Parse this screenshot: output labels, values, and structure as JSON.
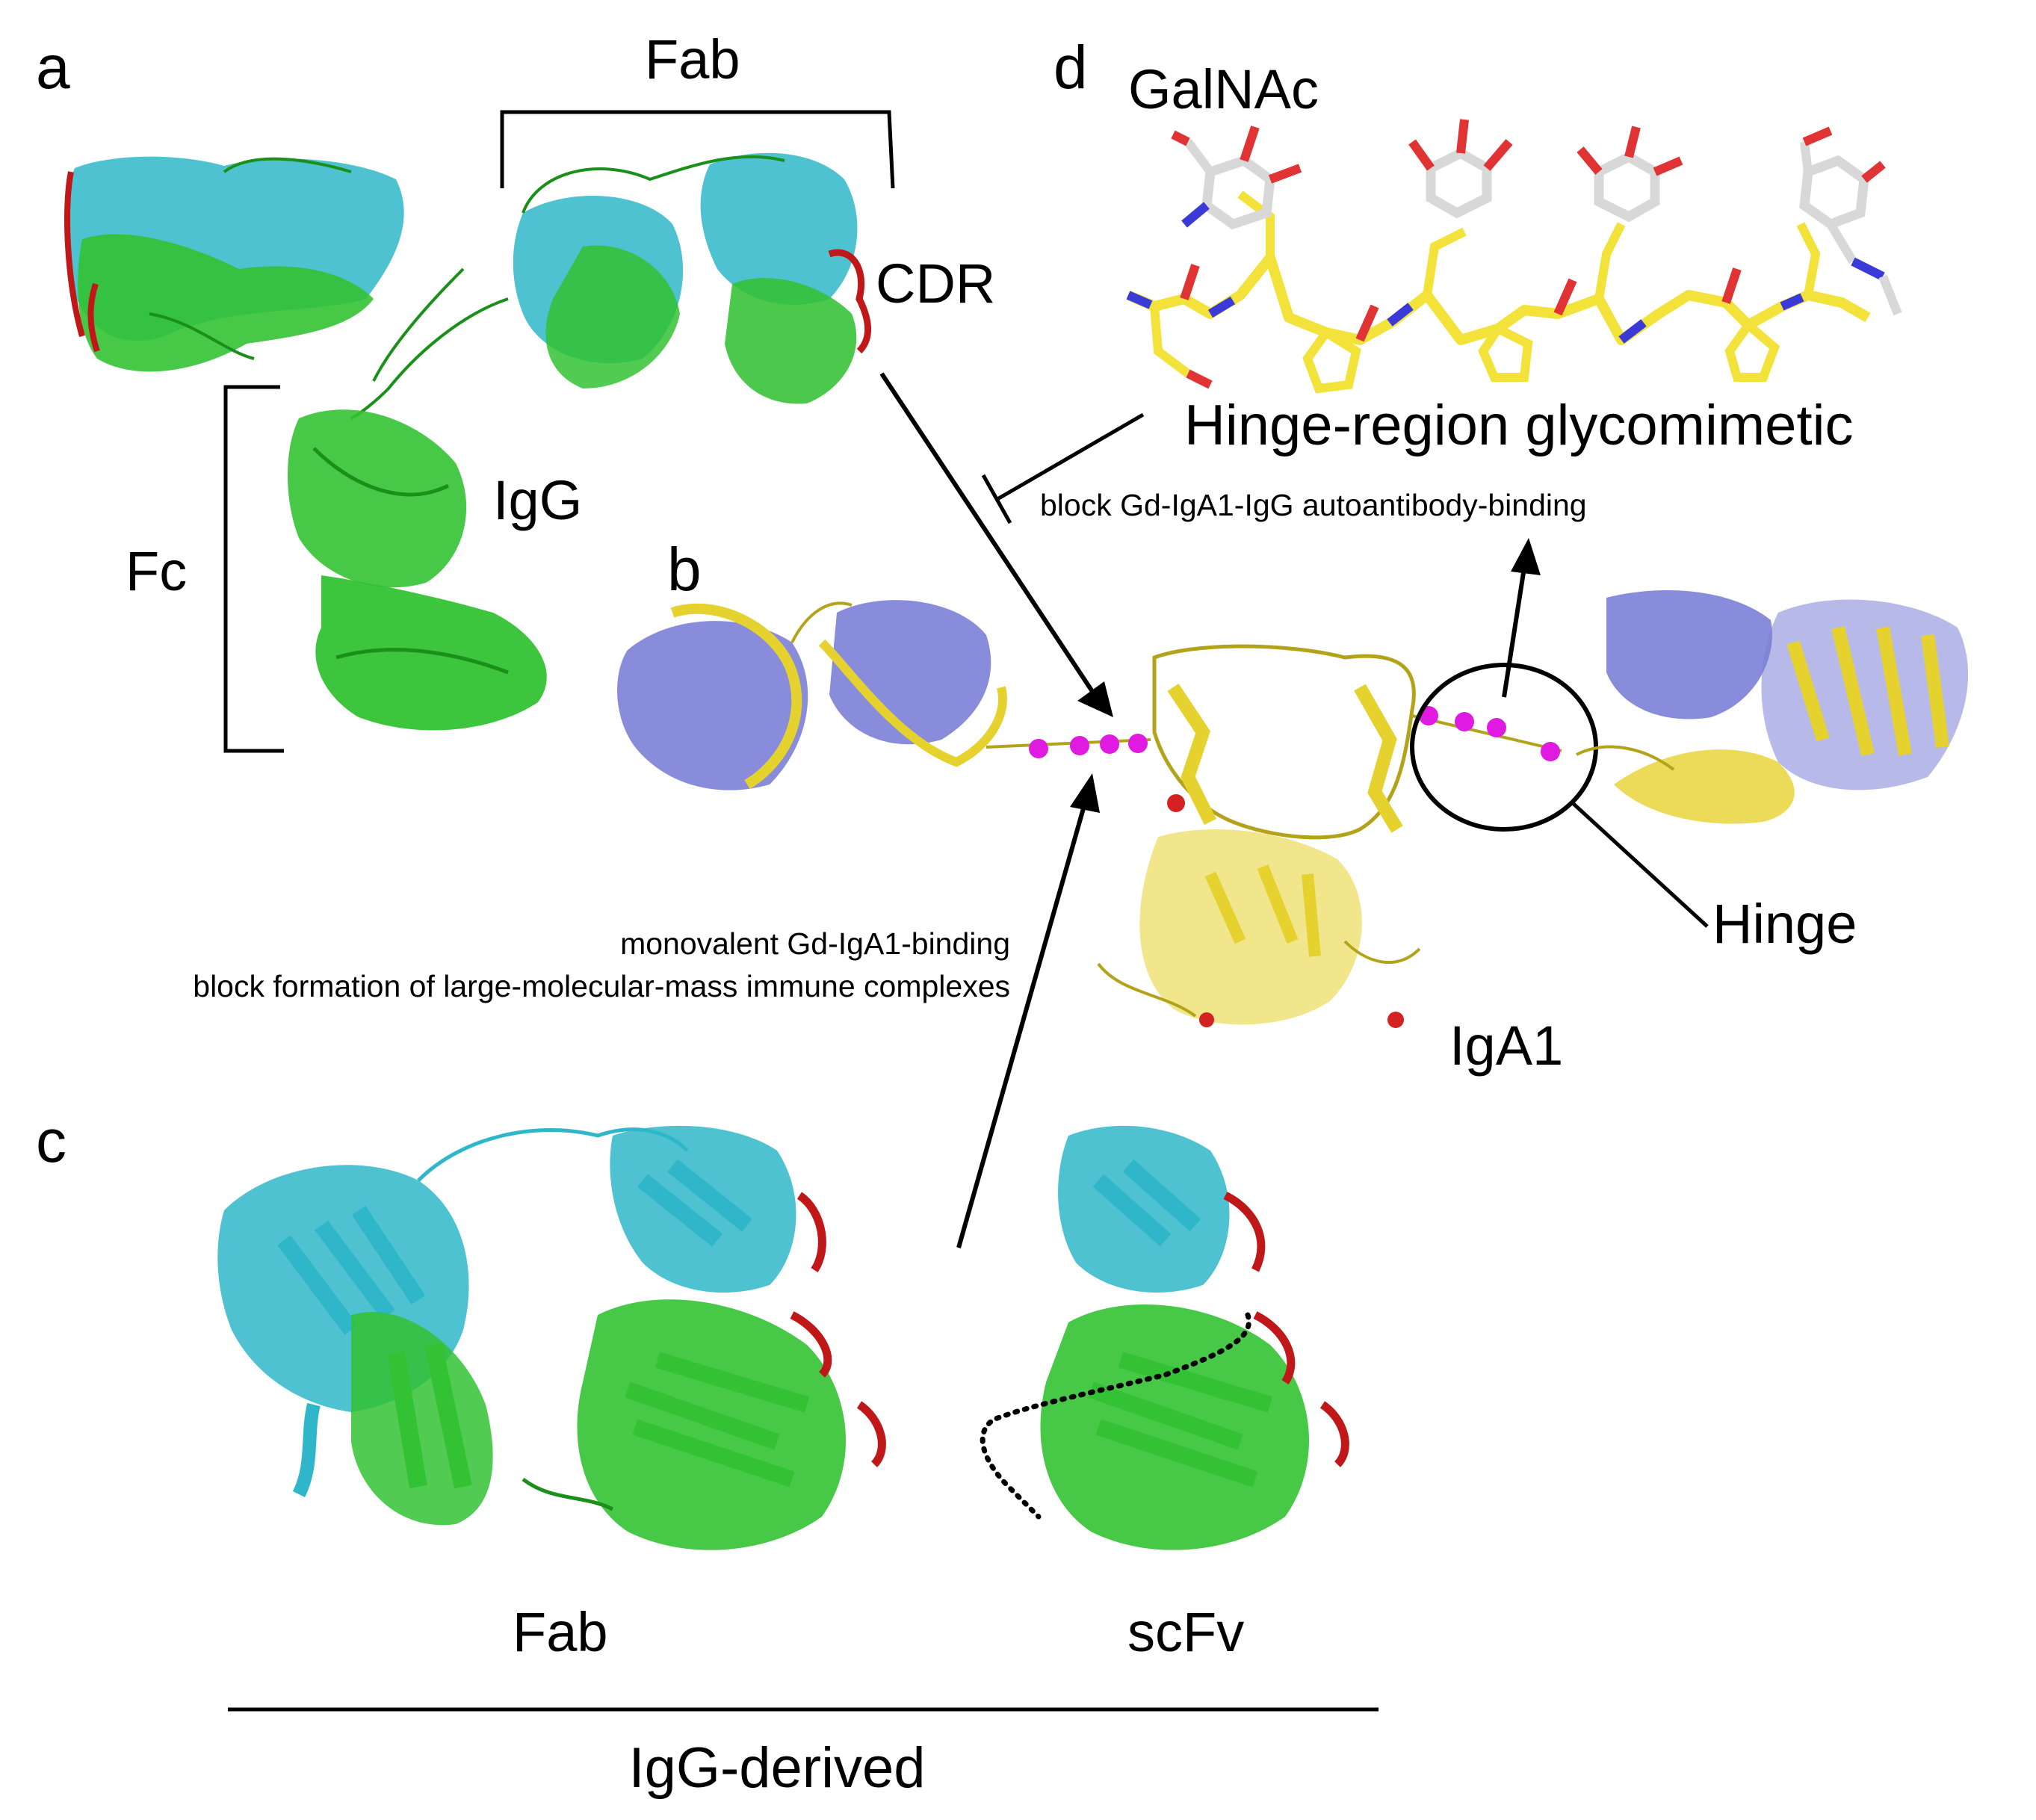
{
  "panels": {
    "a": {
      "letter": "a",
      "fab_label": "Fab",
      "fc_label": "Fc",
      "igg_label": "IgG",
      "cdr_label": "CDR"
    },
    "b": {
      "letter": "b",
      "hinge_label": "Hinge",
      "iga1_label": "IgA1"
    },
    "c": {
      "letter": "c",
      "fab_label": "Fab",
      "scfv_label": "scFv",
      "group_label": "IgG-derived",
      "note_line1": "monovalent Gd-IgA1-binding",
      "note_line2": "block formation of large-molecular-mass immune complexes"
    },
    "d": {
      "letter": "d",
      "galnac_label": "GalNAc",
      "title": "Hinge-region glycomimetic",
      "note": "block Gd-IgA1-IgG autoantibody-binding"
    }
  },
  "colors": {
    "heavy_chain": "#2fb7c9",
    "light_chain": "#33c233",
    "cdr": "#c01818",
    "iga_heavy": "#e6d22e",
    "iga_light": "#7b7fd6",
    "hinge_glycan": "#e01ae0",
    "carbon": "#f2e23a",
    "sugar_carbon": "#d8d8d8",
    "oxygen": "#e03333",
    "nitrogen": "#3a3ad8"
  }
}
